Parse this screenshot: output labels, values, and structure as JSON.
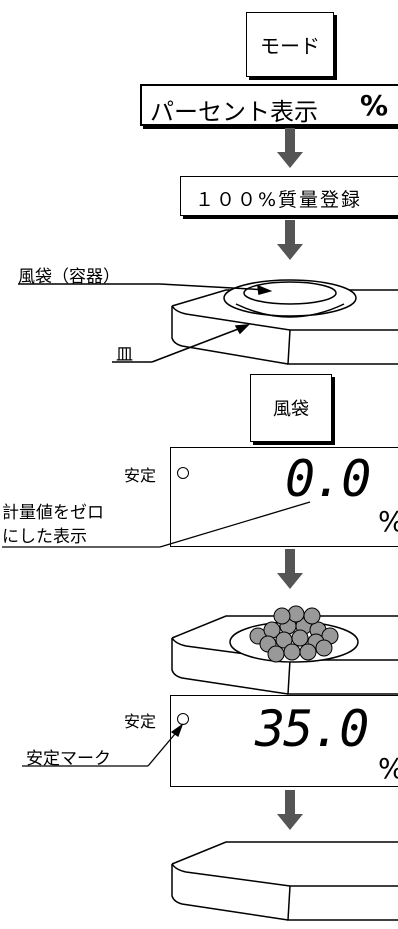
{
  "mode_button": "モード",
  "percent_display_label": "パーセント表示",
  "percent_symbol": "%",
  "register_100_label": "１００%質量登録",
  "balloon_container_label": "風袋（容器）",
  "pan_label": "皿",
  "tare_button": "風袋",
  "stable_label_1": "安定",
  "stable_label_2": "安定",
  "zero_label_line1": "計量値をゼロ",
  "zero_label_line2": "にした表示",
  "display_1_value": "0.0",
  "display_1_unit": "%",
  "display_2_value": "35.0",
  "display_2_unit": "%",
  "stable_mark_label": "安定マーク"
}
